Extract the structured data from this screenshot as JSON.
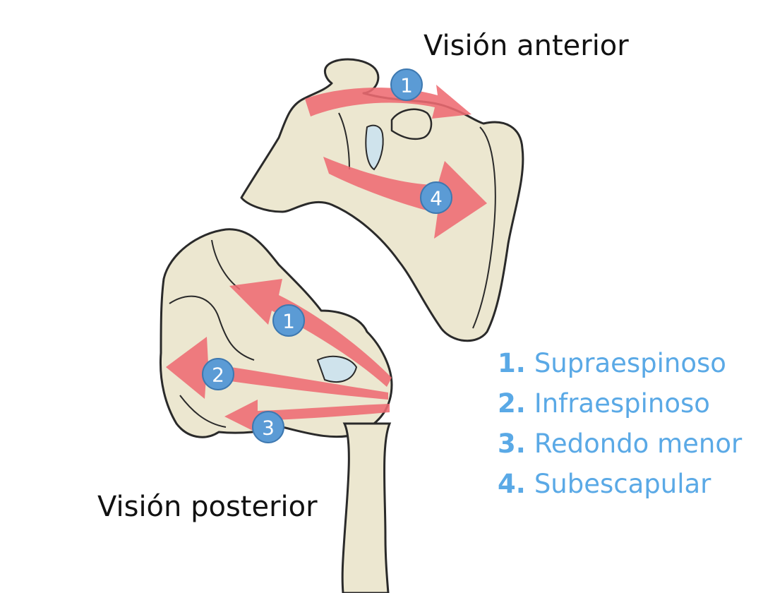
{
  "views": {
    "anterior": {
      "title": "Visión anterior"
    },
    "posterior": {
      "title": "Visión posterior"
    }
  },
  "legend": [
    {
      "number": "1.",
      "name": "Supraespinoso"
    },
    {
      "number": "2.",
      "name": "Infraespinoso"
    },
    {
      "number": "3.",
      "name": "Redondo menor"
    },
    {
      "number": "4.",
      "name": "Subescapular"
    }
  ],
  "badges": {
    "anterior": [
      "1",
      "4"
    ],
    "posterior": [
      "1",
      "2",
      "3"
    ]
  },
  "colors": {
    "bone_fill": "#ece7d0",
    "bone_outline": "#2a2a2a",
    "arrow": "#ee6b72",
    "badge": "#5b9bd5",
    "legend_text": "#5aa9e6",
    "cartilage": "#cfe3ec"
  }
}
